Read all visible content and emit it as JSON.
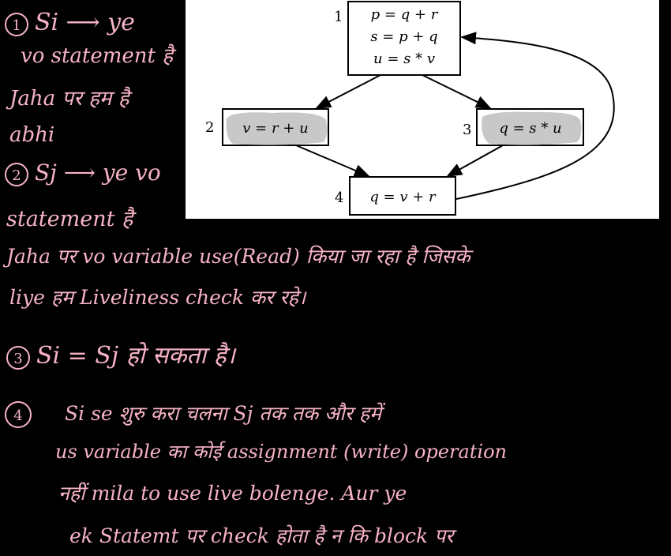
{
  "colors": {
    "ink": "#f7b3c5",
    "background": "#000000",
    "figure_bg": "#ffffff",
    "highlight": "#c8c8c8"
  },
  "notes": {
    "n1_num": "1",
    "n1_l1": "Si ⟶ ye",
    "n1_l2": "vo statement है",
    "n1_l3": "Jaha पर हम है",
    "n1_l4": "abhi",
    "n2_num": "2",
    "n2_l1": "Sj ⟶ ye vo",
    "n2_l2": "statement है",
    "n2_l3": "Jaha पर vo variable use(Read) किया जा रहा है जिसके",
    "n2_l4": "liye हम Liveliness check कर रहे।",
    "n3_num": "3",
    "n3_l1": "Si = Sj हो सकता है।",
    "n4_num": "4",
    "n4_l1": "Si se शुरु करा चलना Sj तक तक और हमें",
    "n4_l2": "us variable का कोई assignment (write) operation",
    "n4_l3": "नहीं mila to use live bolenge. Aur ye",
    "n4_l4": "ek Statemt पर check होता है न कि block पर"
  },
  "diagram": {
    "b1_num": "1",
    "b1_l1": "p = q + r",
    "b1_l2": "s = p + q",
    "b1_l3": "u = s * v",
    "b2_num": "2",
    "b2_l1": "v = r + u",
    "b3_num": "3",
    "b3_l1": "q = s * u",
    "b4_num": "4",
    "b4_l1": "q = v + r"
  }
}
